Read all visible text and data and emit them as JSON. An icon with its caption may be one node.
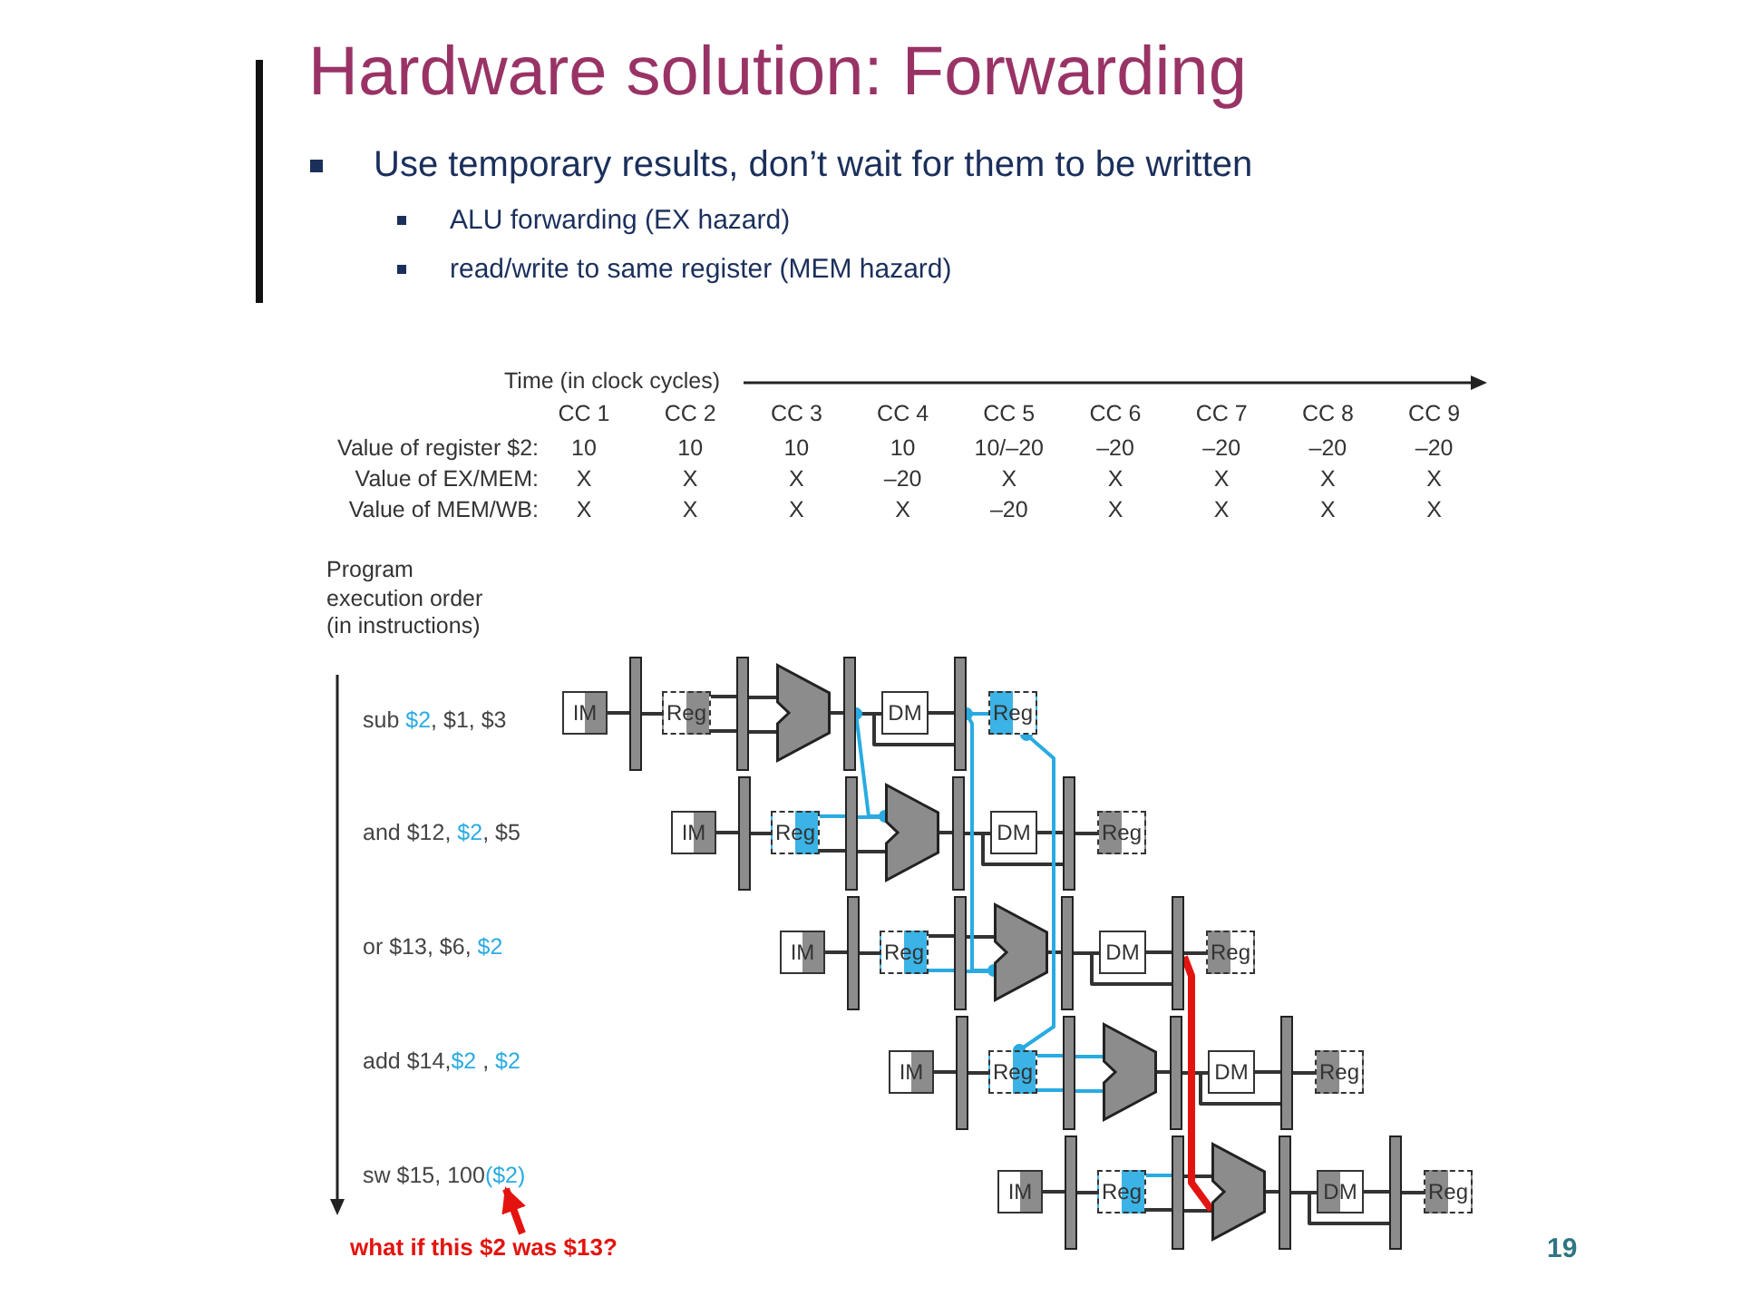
{
  "diagram": {
    "title": "Hardware solution: Forwarding",
    "nodes": [
      {
        "text": [
          "IM"
        ]
      },
      {
        "text": [],
        "shape": "bar"
      },
      {
        "text": [
          "Reg"
        ]
      },
      {
        "text": [],
        "shape": "bar"
      },
      {
        "text": [],
        "shape": "trapezoid"
      },
      {
        "text": [],
        "shape": "bar"
      },
      {
        "text": [
          "DM"
        ]
      },
      {
        "text": [],
        "shape": "bar"
      },
      {
        "text": [
          "Reg"
        ]
      },
      {
        "text": [
          "IM"
        ]
      },
      {
        "text": [],
        "shape": "bar"
      },
      {
        "text": [
          "Reg"
        ]
      },
      {
        "text": [],
        "shape": "bar"
      },
      {
        "text": [],
        "shape": "trapezoid"
      },
      {
        "text": [],
        "shape": "bar"
      },
      {
        "text": [
          "DM"
        ]
      },
      {
        "text": [],
        "shape": "bar"
      },
      {
        "text": [
          "Reg"
        ]
      },
      {
        "text": [
          "IM"
        ]
      },
      {
        "text": [],
        "shape": "bar"
      },
      {
        "text": [
          "Reg"
        ]
      },
      {
        "text": [],
        "shape": "bar"
      },
      {
        "text": [],
        "shape": "trapezoid"
      },
      {
        "text": [],
        "shape": "bar"
      },
      {
        "text": [
          "DM"
        ]
      },
      {
        "text": [],
        "shape": "bar"
      },
      {
        "text": [
          "Reg"
        ]
      },
      {
        "text": [
          "IM"
        ]
      },
      {
        "text": [],
        "shape": "bar"
      },
      {
        "text": [
          "Reg"
        ]
      },
      {
        "text": [],
        "shape": "bar"
      },
      {
        "text": [],
        "shape": "trapezoid"
      },
      {
        "text": [],
        "shape": "bar"
      },
      {
        "text": [
          "DM"
        ]
      },
      {
        "text": [],
        "shape": "bar"
      },
      {
        "text": [
          "Reg"
        ]
      },
      {
        "text": [
          "IM"
        ]
      },
      {
        "text": [],
        "shape": "bar"
      },
      {
        "text": [
          "Reg"
        ]
      },
      {
        "text": [],
        "shape": "bar"
      },
      {
        "text": [],
        "shape": "trapezoid"
      },
      {
        "text": [],
        "shape": "bar"
      },
      {
        "text": [
          "DM"
        ]
      },
      {
        "text": [],
        "shape": "bar"
      },
      {
        "text": [
          "Reg"
        ]
      },
      {
        "text": [
          "sw $15, 100($2)"
        ]
      },
      {
        "text": [
          "what if this $2 was $13?"
        ]
      }
    ],
    "edges": [
      {
        "from": 0,
        "to": 1,
        "arrow": "none"
      },
      {
        "from": 1,
        "to": 2,
        "arrow": "none"
      },
      {
        "from": 2,
        "to": 3,
        "arrow": "none"
      },
      {
        "from": 2,
        "to": 3,
        "arrow": "none"
      },
      {
        "from": 3,
        "to": 4,
        "arrow": "none"
      },
      {
        "from": 3,
        "to": 4,
        "arrow": "none"
      },
      {
        "from": 4,
        "to": 5,
        "arrow": "none"
      },
      {
        "from": 5,
        "to": 6,
        "arrow": "none"
      },
      {
        "from": 5,
        "to": 7,
        "arrow": "none"
      },
      {
        "from": 6,
        "to": 7,
        "arrow": "none"
      },
      {
        "from": 7,
        "to": 8,
        "arrow": "none",
        "color": "#29abe2"
      },
      {
        "from": 9,
        "to": 10,
        "arrow": "none"
      },
      {
        "from": 10,
        "to": 11,
        "arrow": "none"
      },
      {
        "from": 11,
        "to": 12,
        "arrow": "none",
        "color": "#29abe2"
      },
      {
        "from": 11,
        "to": 12,
        "arrow": "none"
      },
      {
        "from": 12,
        "to": 13,
        "arrow": "none",
        "color": "#29abe2"
      },
      {
        "from": 12,
        "to": 13,
        "arrow": "none"
      },
      {
        "from": 13,
        "to": 14,
        "arrow": "none"
      },
      {
        "from": 14,
        "to": 15,
        "arrow": "none"
      },
      {
        "from": 14,
        "to": 16,
        "arrow": "none"
      },
      {
        "from": 15,
        "to": 16,
        "arrow": "none"
      },
      {
        "from": 16,
        "to": 17,
        "arrow": "none"
      },
      {
        "from": 18,
        "to": 19,
        "arrow": "none"
      },
      {
        "from": 19,
        "to": 20,
        "arrow": "none"
      },
      {
        "from": 20,
        "to": 21,
        "arrow": "none"
      },
      {
        "from": 20,
        "to": 21,
        "arrow": "none",
        "color": "#29abe2"
      },
      {
        "from": 21,
        "to": 22,
        "arrow": "none"
      },
      {
        "from": 21,
        "to": 22,
        "arrow": "none",
        "color": "#29abe2"
      },
      {
        "from": 22,
        "to": 23,
        "arrow": "none"
      },
      {
        "from": 23,
        "to": 24,
        "arrow": "none"
      },
      {
        "from": 23,
        "to": 25,
        "arrow": "none"
      },
      {
        "from": 24,
        "to": 25,
        "arrow": "none"
      },
      {
        "from": 25,
        "to": 26,
        "arrow": "none"
      },
      {
        "from": 27,
        "to": 28,
        "arrow": "none"
      },
      {
        "from": 28,
        "to": 29,
        "arrow": "none"
      },
      {
        "from": 29,
        "to": 30,
        "arrow": "none",
        "color": "#29abe2"
      },
      {
        "from": 29,
        "to": 30,
        "arrow": "none",
        "color": "#29abe2"
      },
      {
        "from": 30,
        "to": 31,
        "arrow": "none",
        "color": "#29abe2"
      },
      {
        "from": 30,
        "to": 31,
        "arrow": "none",
        "color": "#29abe2"
      },
      {
        "from": 31,
        "to": 32,
        "arrow": "none"
      },
      {
        "from": 32,
        "to": 33,
        "arrow": "none"
      },
      {
        "from": 32,
        "to": 34,
        "arrow": "none"
      },
      {
        "from": 33,
        "to": 34,
        "arrow": "none"
      },
      {
        "from": 34,
        "to": 35,
        "arrow": "none"
      },
      {
        "from": 36,
        "to": 37,
        "arrow": "none"
      },
      {
        "from": 37,
        "to": 38,
        "arrow": "none"
      },
      {
        "from": 38,
        "to": 39,
        "arrow": "none",
        "color": "#29abe2"
      },
      {
        "from": 38,
        "to": 39,
        "arrow": "none"
      },
      {
        "from": 39,
        "to": 40,
        "arrow": "none"
      },
      {
        "from": 39,
        "to": 40,
        "arrow": "none"
      },
      {
        "from": 40,
        "to": 41,
        "arrow": "none"
      },
      {
        "from": 41,
        "to": 42,
        "arrow": "none"
      },
      {
        "from": 41,
        "to": 43,
        "arrow": "none"
      },
      {
        "from": 42,
        "to": 43,
        "arrow": "none"
      },
      {
        "from": 43,
        "to": 44,
        "arrow": "none"
      },
      {
        "from": 5,
        "to": 13,
        "arrow": "other",
        "color": "#29abe2"
      },
      {
        "from": 7,
        "to": 22,
        "arrow": "other",
        "color": "#29abe2"
      },
      {
        "from": 8,
        "to": 29,
        "arrow": "other",
        "color": "#29abe2"
      },
      {
        "from": 25,
        "to": 40,
        "arrow": "none",
        "style": "thick",
        "color": "#e3140f"
      },
      {
        "from": 46,
        "to": 45,
        "arrow": "to",
        "style": "thick",
        "color": "#e3140f"
      }
    ],
    "labels": [
      "Use temporary results, don’t wait for them to be written",
      "ALU forwarding (EX hazard)",
      "read/write to same register (MEM hazard)",
      "Time (in clock cycles)",
      "CC 1",
      "CC 2",
      "CC 3",
      "CC 4",
      "CC 5",
      "CC 6",
      "CC 7",
      "CC 8",
      "CC 9",
      "Value of register $2:",
      "10",
      "10",
      "10",
      "10",
      "10/–20",
      "–20",
      "–20",
      "–20",
      "–20",
      "Value of EX/MEM:",
      "X",
      "X",
      "X",
      "–20",
      "X",
      "X",
      "X",
      "X",
      "X",
      "Value of MEM/WB:",
      "X",
      "X",
      "X",
      "X",
      "–20",
      "X",
      "X",
      "X",
      "X",
      "Program execution order (in instructions)",
      "sub $2, $1, $3",
      "and $12, $2, $5",
      "or $13, $6, $2",
      "add $14,$2 , $2",
      "19"
    ]
  }
}
